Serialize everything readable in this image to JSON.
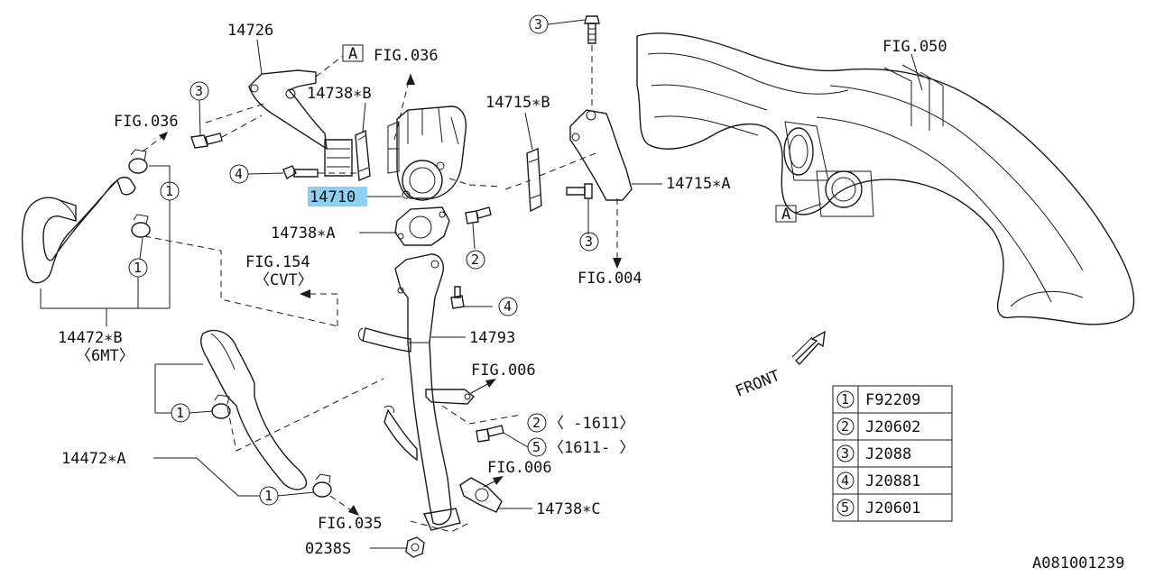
{
  "diagram": {
    "labels": {
      "p14726": "14726",
      "figA_top": "A",
      "fig036_top": "FIG.036",
      "p14738B": "14738∗B",
      "fig036_left": "FIG.036",
      "p14715B": "14715∗B",
      "p14715A": "14715∗A",
      "fig050": "FIG.050",
      "p14710": "14710",
      "p14738A": "14738∗A",
      "fig154": "FIG.154",
      "cvt": "〈CVT〉",
      "fig004": "FIG.004",
      "p14472B": "14472∗B",
      "mt6": "〈6MT〉",
      "p14793": "14793",
      "fig006_a": "FIG.006",
      "range_2": "〈  -1611〉",
      "range_5": "〈1611-  〉",
      "p14472A": "14472∗A",
      "fig006_b": "FIG.006",
      "p14738C": "14738∗C",
      "fig035": "FIG.035",
      "p0238S": "0238S",
      "figA_right": "A",
      "front": "FRONT",
      "drawing_id": "A081001239"
    },
    "callouts": {
      "c3_top": "3",
      "c3_left": "3",
      "c4_left": "4",
      "c1_right": "1",
      "c1_mid": "1",
      "c2_mid": "2",
      "c3_bottom": "3",
      "c4_mid": "4",
      "c2_bottom": "2",
      "c5_bottom": "5",
      "c1_lower": "1",
      "c1_bottom": "1"
    },
    "legend": [
      {
        "key": "1",
        "part": "F92209"
      },
      {
        "key": "2",
        "part": "J20602"
      },
      {
        "key": "3",
        "part": "J2088"
      },
      {
        "key": "4",
        "part": "J20881"
      },
      {
        "key": "5",
        "part": "J20601"
      }
    ],
    "highlight_color": "#8fd0f0"
  }
}
